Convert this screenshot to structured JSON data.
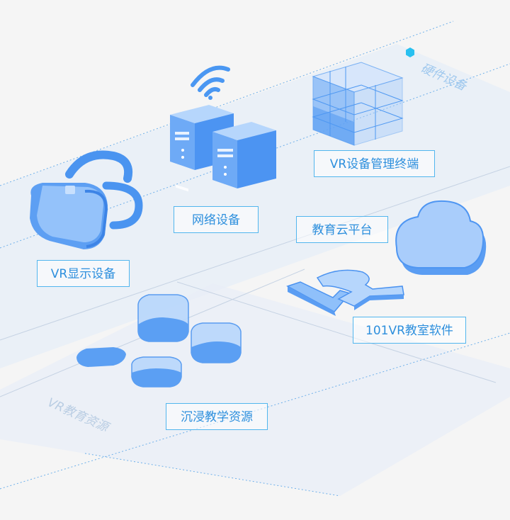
{
  "zones": {
    "hardware_label": "硬件设备",
    "resource_label": "VR教育资源"
  },
  "labels": {
    "vr_manager": "VR设备管理终端",
    "network": "网络设备",
    "cloud_platform": "教育云平台",
    "vr_display": "VR显示设备",
    "vr_software": "101VR教室软件",
    "immersive": "沉浸教学资源"
  },
  "icons": {
    "wifi": "wifi-icon",
    "server": "server-icon",
    "cube_grid": "cube-grid-icon",
    "headset": "vr-headset-icon",
    "cloud": "cloud-icon",
    "vr_text": "vr-logo-icon",
    "tiles": "resource-tiles-icon"
  },
  "colors": {
    "accent": "#3d8ff0",
    "tag_border": "#52b6ee",
    "tag_text": "#2d8fdd",
    "plane_fill": "#e8eef7",
    "marker": "#28c0f0"
  }
}
